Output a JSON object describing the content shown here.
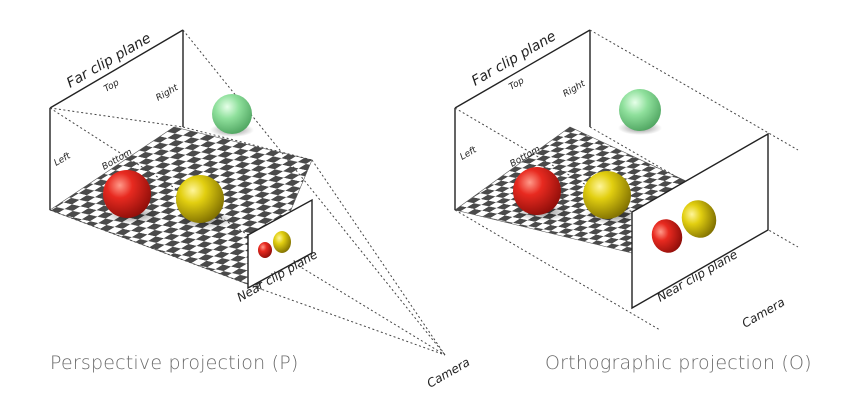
{
  "diagrams": {
    "perspective": {
      "caption": "Perspective projection (P)",
      "far_clip_label": "Far clip plane",
      "top_label": "Top",
      "right_label": "Right",
      "left_label": "Left",
      "bottom_label": "Bottom",
      "near_clip_label": "Near clip plane",
      "camera_label": "Camera"
    },
    "orthographic": {
      "caption": "Orthographic projection (O)",
      "far_clip_label": "Far clip plane",
      "top_label": "Top",
      "right_label": "Right",
      "left_label": "Left",
      "bottom_label": "Bottom",
      "near_clip_label": "Near clip plane",
      "camera_label": "Camera"
    }
  },
  "colors": {
    "red_sphere": "#e02020",
    "yellow_sphere": "#d8c400",
    "green_sphere": "#7fdc8f",
    "checker_dark": "#4a4a4a",
    "checker_light": "#ffffff",
    "caption_text": "#6a6a6a"
  }
}
